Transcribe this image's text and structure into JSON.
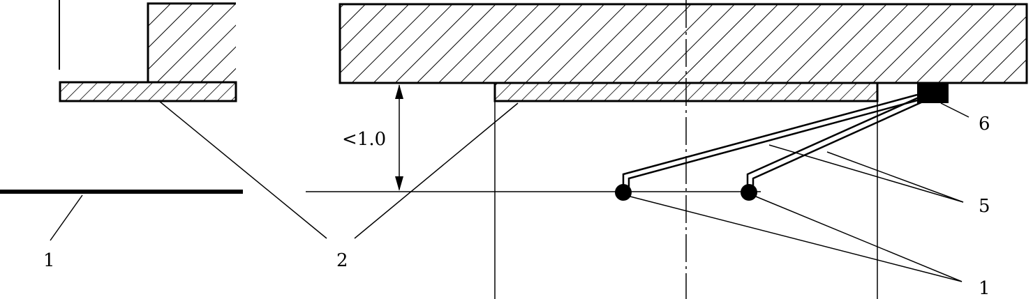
{
  "labels": {
    "left_1": "1",
    "left_2": "2",
    "right_6": "6",
    "right_5": "5",
    "right_1": "1",
    "dimension": "<1.0"
  },
  "colors": {
    "ink": "#000000",
    "paper": "#ffffff"
  }
}
